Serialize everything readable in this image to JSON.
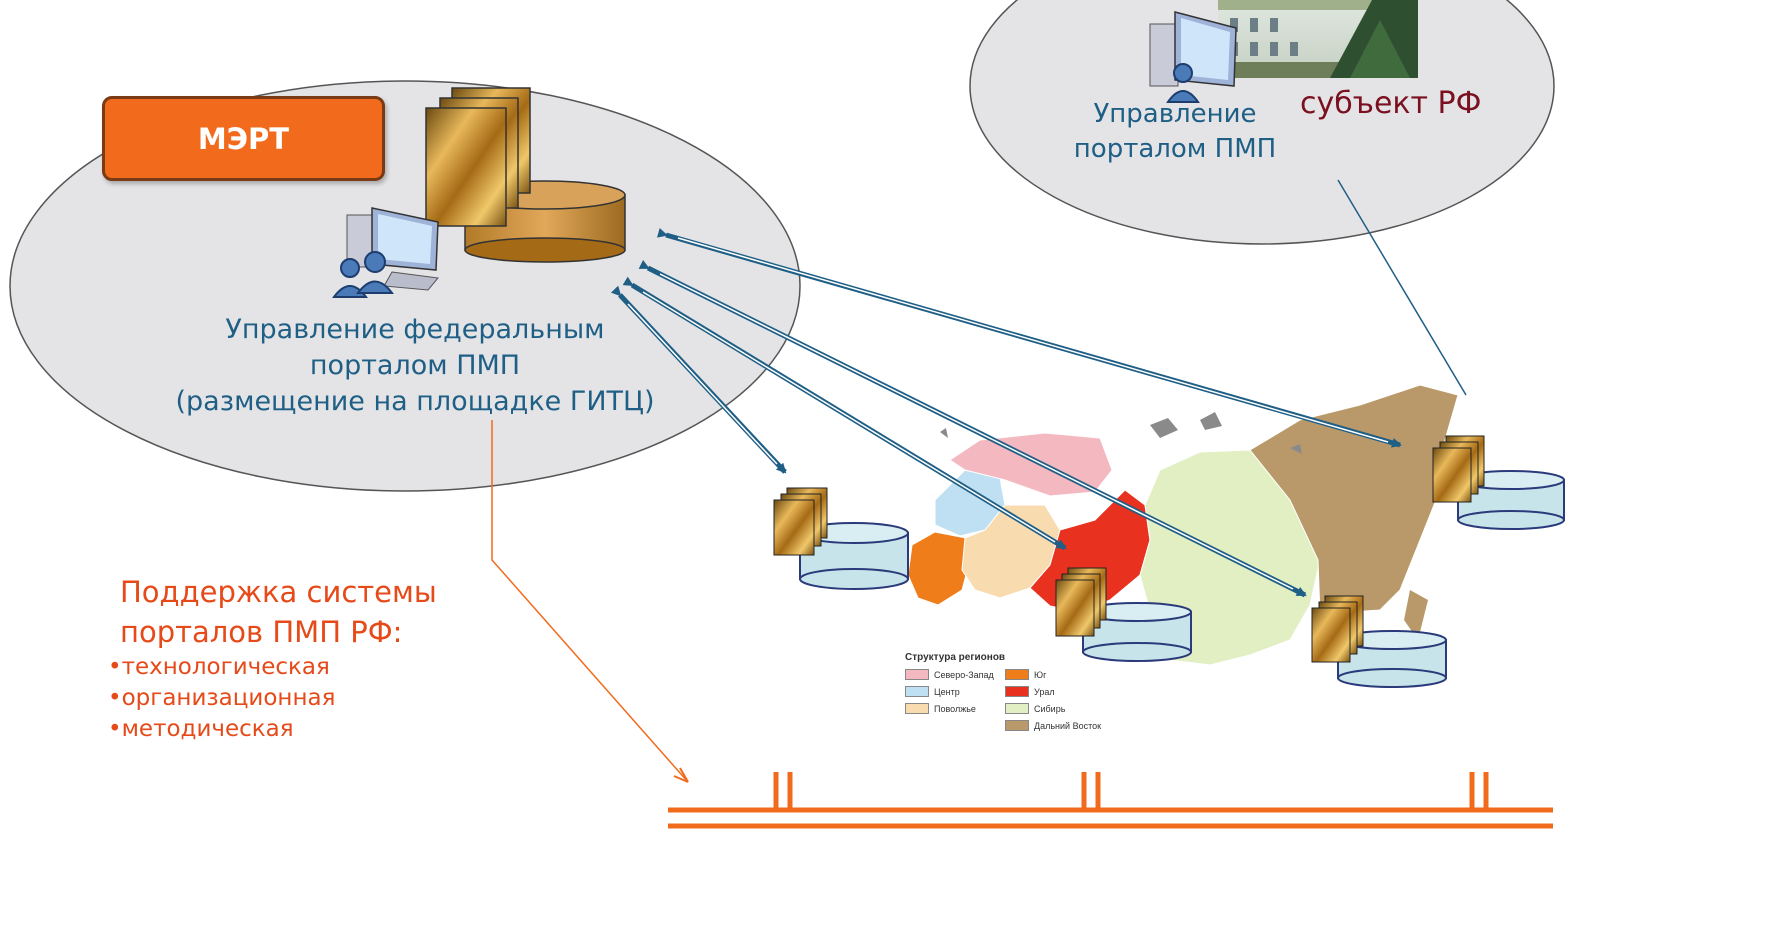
{
  "federal": {
    "org_label": "МЭРТ",
    "caption_lines": [
      "Управление федеральным",
      "порталом ПМП",
      "(размещение на площадке ГИТЦ)"
    ]
  },
  "regional": {
    "caption_lines": [
      "Управление",
      "порталом ПМП"
    ],
    "subject_label": "субъект РФ"
  },
  "support": {
    "heading_lines": [
      "Поддержка системы",
      "порталов ПМП РФ:"
    ],
    "items": [
      "•технологическая",
      "•организационная",
      "•методическая"
    ]
  },
  "legend": {
    "title": "Структура регионов",
    "items": [
      {
        "label": "Северо-Запад",
        "color": "#f4b8c0"
      },
      {
        "label": "Юг",
        "color": "#ef7e1a"
      },
      {
        "label": "Центр",
        "color": "#bfe0f2"
      },
      {
        "label": "Урал",
        "color": "#e8321f"
      },
      {
        "label": "Поволжье",
        "color": "#f8dcb0"
      },
      {
        "label": "Сибирь",
        "color": "#e1efc2"
      },
      {
        "label": "Дальний Восток",
        "color": "#b9996a"
      }
    ]
  },
  "colors": {
    "arrow": "#1f5f86",
    "orange_bus": "#f26a1b",
    "ellipse_fill": "#e4e4e6",
    "db_fill": "#c7e4ea",
    "folder_gold": "#c48a2a"
  }
}
